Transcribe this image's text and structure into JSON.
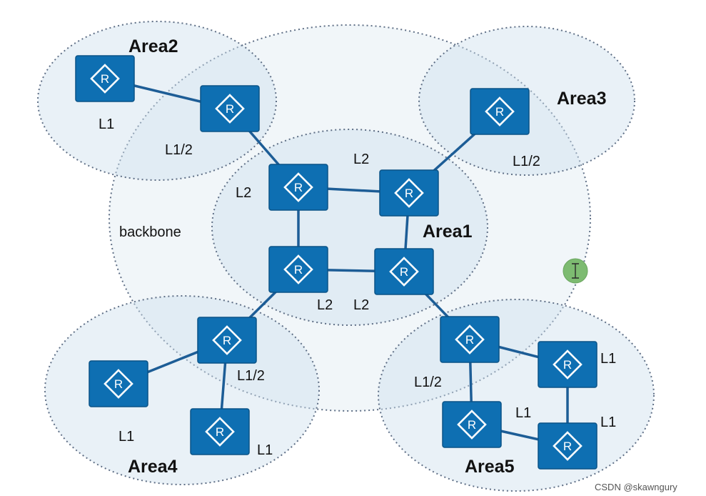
{
  "areas": {
    "area1": "Area1",
    "area2": "Area2",
    "area3": "Area3",
    "area4": "Area4",
    "area5": "Area5",
    "backbone": "backbone"
  },
  "router_glyph": "R",
  "levels": {
    "a2_l1": "L1",
    "a2_l12": "L1/2",
    "a3_l12": "L1/2",
    "core_tl": "L2",
    "core_top": "L2",
    "core_bl": "L2",
    "core_br": "L2",
    "a4_l12": "L1/2",
    "a4_l1_left": "L1",
    "a4_l1_right": "L1",
    "a5_l12": "L1/2",
    "a5_l1_mid": "L1",
    "a5_l1_top": "L1",
    "a5_l1_bottom": "L1"
  },
  "watermark": "CSDN @skawngury",
  "colors": {
    "router": "#0e6fb2",
    "link": "#1d5d96",
    "area_fill": "#cee1ee",
    "cursor": "#7dbb71"
  }
}
